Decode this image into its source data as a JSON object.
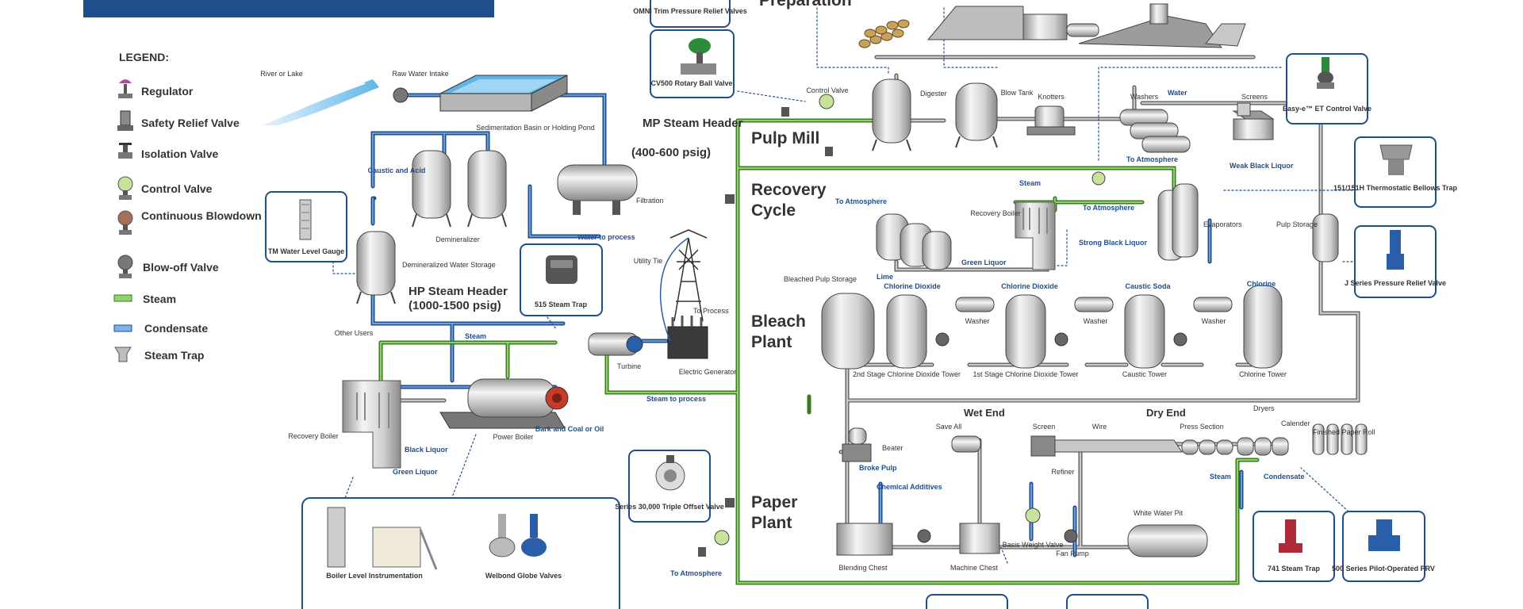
{
  "top_bar": {
    "label": "",
    "color": "#1f4e8c"
  },
  "legend": {
    "title": "LEGEND:",
    "items": [
      {
        "icon": "regulator-icon",
        "label": "Regulator"
      },
      {
        "icon": "safety-relief-valve-icon",
        "label": "Safety Relief Valve"
      },
      {
        "icon": "isolation-valve-icon",
        "label": "Isolation Valve"
      },
      {
        "icon": "control-valve-icon",
        "label": "Control Valve"
      },
      {
        "icon": "continuous-blowdown-valve-icon",
        "label": "Continuous Blowdown Valve"
      },
      {
        "icon": "blow-off-valve-icon",
        "label": "Blow-off Valve"
      },
      {
        "icon": "steam-line-icon",
        "label": "Steam"
      },
      {
        "icon": "condensate-line-icon",
        "label": "Condensate"
      },
      {
        "icon": "steam-trap-icon",
        "label": "Steam Trap"
      }
    ]
  },
  "colors": {
    "steam": "#6ab04c",
    "condensate": "#2b5ea8",
    "pipe": "#6e6e6e",
    "frame": "#1f4e8c"
  },
  "sections": {
    "preparation": "Preparation",
    "pulp_mill": "Pulp Mill",
    "recovery_cycle": "Recovery Cycle",
    "bleach_plant": "Bleach Plant",
    "paper_plant": "Paper Plant",
    "mp_header": "MP Steam Header",
    "mp_header_range": "(400-600 psig)",
    "hp_header": "HP Steam Header",
    "hp_header_range": "(1000-1500 psig)",
    "wet_end": "Wet End",
    "dry_end": "Dry End"
  },
  "labels": {
    "river": "River or Lake",
    "raw_water": "Raw Water Intake",
    "sedimentation": "Sedimentation Basin or Holding Pond",
    "caustic_acid": "Caustic and Acid",
    "demineralizer": "Demineralizer",
    "filtration": "Filtration",
    "water_to_process": "Water to process",
    "demin_storage": "Demineralized Water Storage",
    "other_users": "Other Users",
    "steam": "Steam",
    "turbine": "Turbine",
    "electric_generator": "Electric Generator",
    "utility_tie": "Utility Tie",
    "to_process": "To Process",
    "steam_to_process": "Steam to process",
    "recovery_boiler": "Recovery Boiler",
    "black_liquor": "Black Liquor",
    "green_liquor": "Green Liquor",
    "power_boiler": "Power Boiler",
    "bark_coal_oil": "Bark and Coal or Oil",
    "control_valve": "Control Valve",
    "digester": "Digester",
    "blow_tank": "Blow Tank",
    "knotters": "Knotters",
    "washers": "Washers",
    "water": "Water",
    "screens": "Screens",
    "to_atmosphere": "To Atmosphere",
    "weak_black_liquor": "Weak Black Liquor",
    "pulp_storage": "Pulp Storage",
    "recovery_boiler_2": "Recovery Boiler",
    "evaporators": "Evaporators",
    "strong_black_liquor": "Strong Black Liquor",
    "lime": "Lime",
    "green_liquor_2": "Green Liquor",
    "bleached_pulp_storage": "Bleached Pulp Storage",
    "chlorine_dioxide": "Chlorine Dioxide",
    "chlorine_dioxide_2": "Chlorine Dioxide",
    "caustic_soda": "Caustic Soda",
    "chlorine": "Chlorine",
    "washer": "Washer",
    "stage2_tower": "2nd Stage Chlorine Dioxide Tower",
    "stage1_tower": "1st Stage Chlorine Dioxide Tower",
    "caustic_tower": "Caustic Tower",
    "chlorine_tower": "Chlorine Tower",
    "beater": "Beater",
    "broke_pulp": "Broke Pulp",
    "chemical_additives": "Chemical Additives",
    "save_all": "Save All",
    "screen": "Screen",
    "wire": "Wire",
    "press_section": "Press Section",
    "dryers": "Dryers",
    "calender": "Calender",
    "finished_roll": "Finished Paper Roll",
    "refiner": "Refiner",
    "white_water_pit": "White Water Pit",
    "blending_chest": "Blending Chest",
    "machine_chest": "Machine Chest",
    "basis_weight_valve": "Basis Weight Valve",
    "fan_pump": "Fan Pump",
    "condensate": "Condensate",
    "steam_2": "Steam",
    "to_atmosphere_2": "To Atmosphere",
    "to_atmosphere_3": "To Atmosphere"
  },
  "callouts": {
    "omni": "OMNI Trim Pressure Relief Valves",
    "cv500": "CV500 Rotary Ball Valve",
    "tm_gauge": "TM Water Level Gauge",
    "trap515": "515 Steam Trap",
    "series30000": "Series 30,000 Triple Offset Valve",
    "easye": "Easy-e™ ET Control Valve",
    "bellows": "151/151H Thermostatic Bellows Trap",
    "jseries": "J Series Pressure Relief Valve",
    "trap741": "741 Steam Trap",
    "prv500": "500 Series Pilot-Operated PRV",
    "boiler_level": "Boiler Level Instrumentation",
    "welbond": "Welbond Globe Valves"
  }
}
